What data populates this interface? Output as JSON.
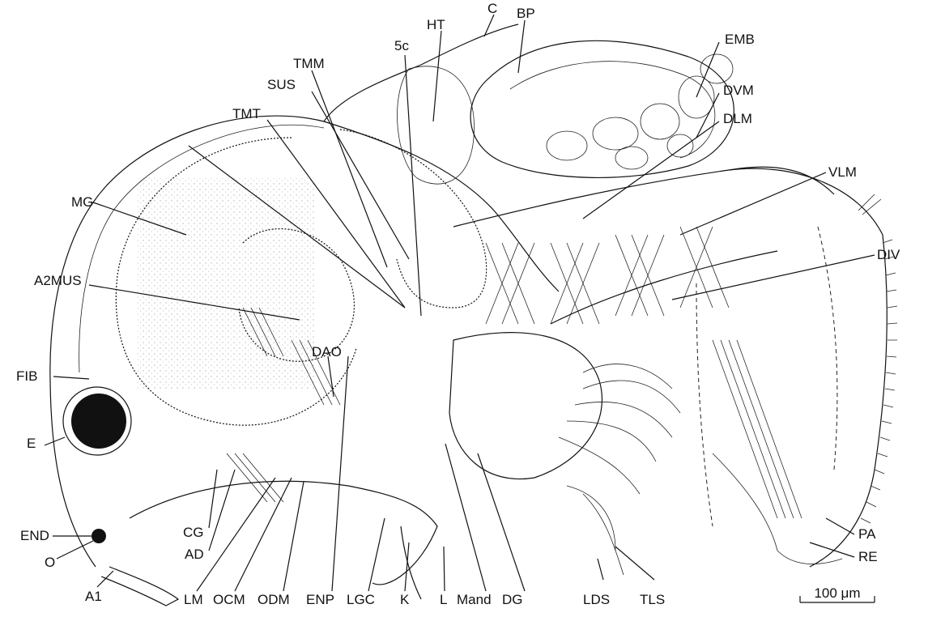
{
  "labels": {
    "C": "C",
    "BP": "BP",
    "HT": "HT",
    "c5": "5c",
    "EMB": "EMB",
    "TMM": "TMM",
    "SUS": "SUS",
    "DVM": "DVM",
    "DLM": "DLM",
    "TMT": "TMT",
    "VLM": "VLM",
    "MG": "MG",
    "DIV": "DIV",
    "A2MUS": "A2MUS",
    "DAO": "DAO",
    "FIB": "FIB",
    "E": "E",
    "END": "END",
    "O": "O",
    "CG": "CG",
    "AD": "AD",
    "PA": "PA",
    "RE": "RE",
    "A1": "A1",
    "LM": "LM",
    "OCM": "OCM",
    "ODM": "ODM",
    "ENP": "ENP",
    "LGC": "LGC",
    "K": "K",
    "L": "L",
    "Mand": "Mand",
    "DG": "DG",
    "LDS": "LDS",
    "TLS": "TLS"
  },
  "scale_bar": {
    "label": "100 μm"
  }
}
